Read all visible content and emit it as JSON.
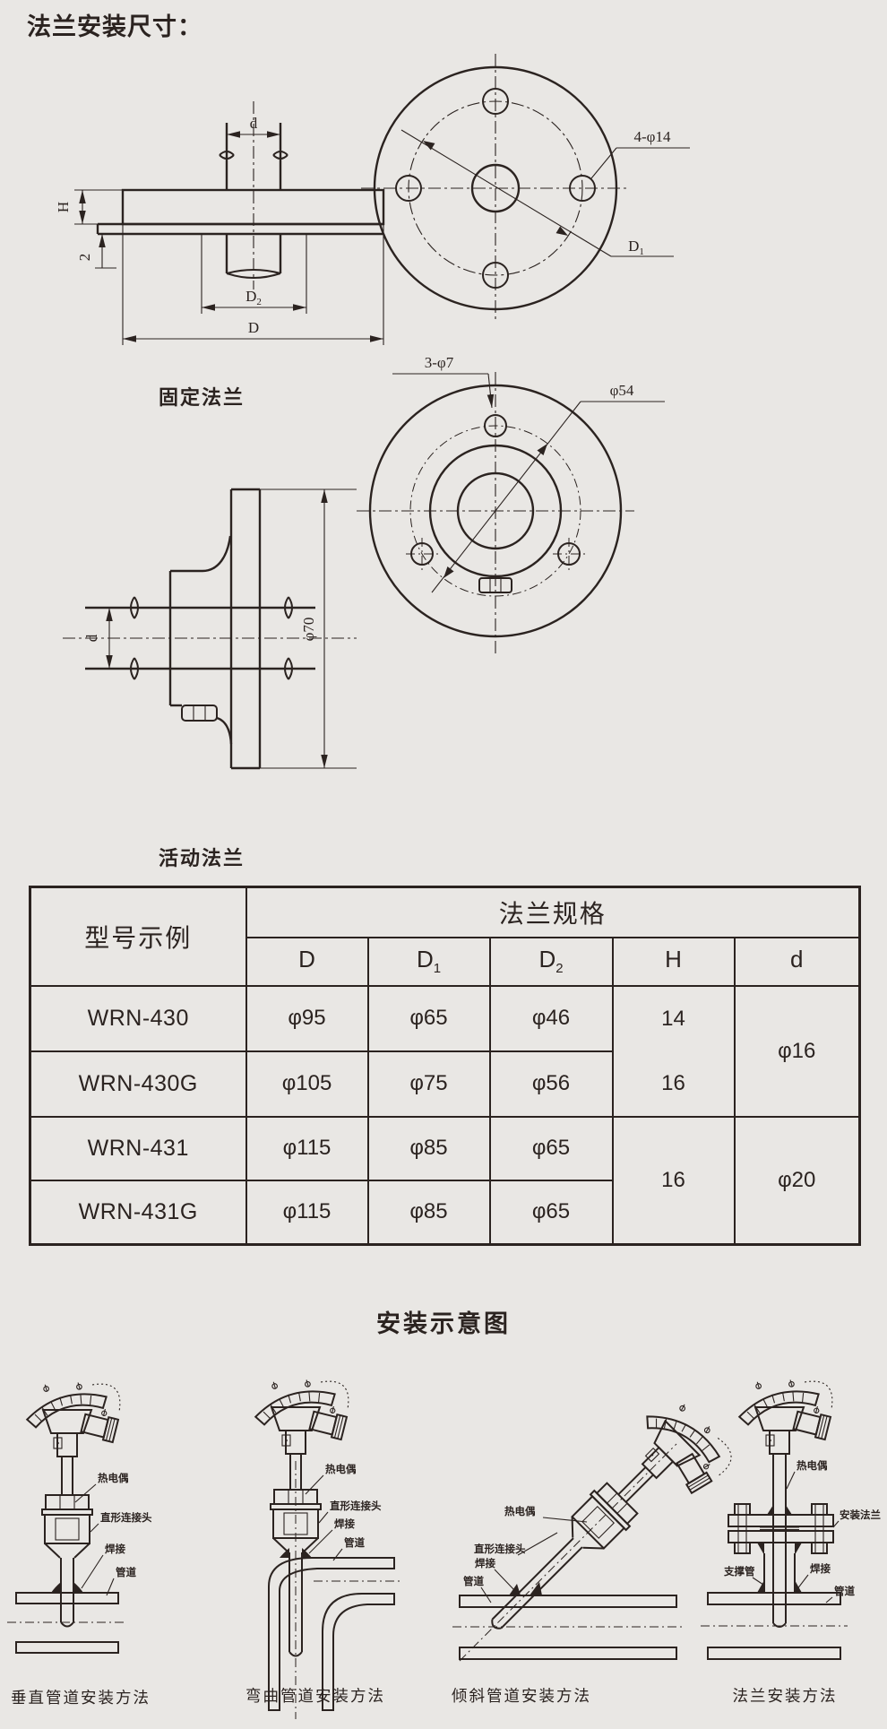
{
  "page": {
    "title": "法兰安装尺寸："
  },
  "fixed_flange": {
    "caption": "固定法兰",
    "dim_d": "d",
    "dim_H": "H",
    "dim_2": "2",
    "dim_D": "D",
    "dim_D1": {
      "base": "D",
      "sub": "1"
    },
    "dim_D2": {
      "base": "D",
      "sub": "2"
    },
    "holes_label": "4-φ14"
  },
  "loose_flange": {
    "caption": "活动法兰",
    "dim_d": "d",
    "dim_70": "φ70",
    "holes_label": "3-φ7",
    "dim_54": "φ54"
  },
  "spec_table": {
    "model_header": "型号示例",
    "group_header": "法兰规格",
    "columns": [
      {
        "base": "D",
        "sub": ""
      },
      {
        "base": "D",
        "sub": "1"
      },
      {
        "base": "D",
        "sub": "2"
      },
      {
        "base": "H",
        "sub": ""
      },
      {
        "base": "d",
        "sub": ""
      }
    ],
    "rows": [
      {
        "model": "WRN-430",
        "D": "φ95",
        "D1": "φ65",
        "D2": "φ46",
        "H": "14"
      },
      {
        "model": "WRN-430G",
        "D": "φ105",
        "D1": "φ75",
        "D2": "φ56",
        "H": "16"
      },
      {
        "model": "WRN-431",
        "D": "φ115",
        "D1": "φ85",
        "D2": "φ65"
      },
      {
        "model": "WRN-431G",
        "D": "φ115",
        "D1": "φ85",
        "D2": "φ65"
      }
    ],
    "merged": {
      "d_rows12": "φ16",
      "H_rows34": "16",
      "d_rows34": "φ20"
    }
  },
  "installation": {
    "title": "安装示意图",
    "d1": {
      "caption": "垂直管道安装方法",
      "thermocouple": "热电偶",
      "connector": "直形连接头",
      "weld": "焊接",
      "pipe": "管道"
    },
    "d2": {
      "caption": "弯曲管道安装方法",
      "thermocouple": "热电偶",
      "connector": "直形连接头",
      "weld": "焊接",
      "pipe": "管道"
    },
    "d3": {
      "caption": "倾斜管道安装方法",
      "thermocouple": "热电偶",
      "connector": "直形连接头",
      "weld": "焊接",
      "pipe": "管道"
    },
    "d4": {
      "caption": "法兰安装方法",
      "thermocouple": "热电偶",
      "flange": "安装法兰",
      "support": "支撑管",
      "weld": "焊接",
      "pipe": "管道"
    }
  }
}
